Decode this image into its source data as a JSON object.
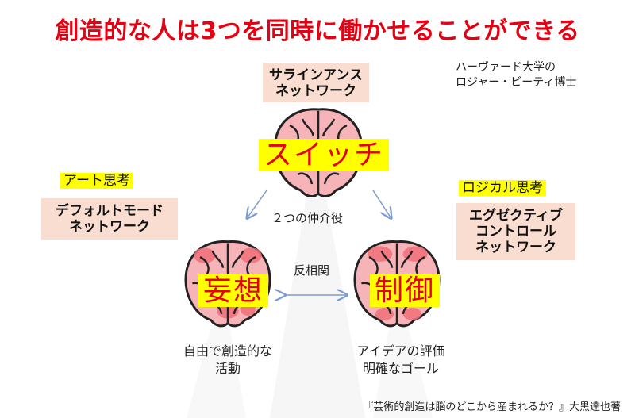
{
  "title": "創造的な人は3つを同時に働かせることができる",
  "attribution": {
    "line1": "ハーヴァード大学の",
    "line2": "ロジャー・ビーティ博士"
  },
  "top_network": {
    "line1": "サラインアンス",
    "line2": "ネットワーク",
    "tag": "スイッチ",
    "caption": "２つの仲介役"
  },
  "left_network": {
    "heading": "アート思考",
    "line1": "デフォルトモード",
    "line2": "ネットワーク",
    "tag": "妄想",
    "caption_line1": "自由で創造的な",
    "caption_line2": "活動"
  },
  "right_network": {
    "heading": "ロジカル思考",
    "line1": "エグゼクティブ",
    "line2": "コントロール",
    "line3": "ネットワーク",
    "tag": "制御",
    "caption_line1": "アイデアの評価",
    "caption_line2": "明確なゴール"
  },
  "relation_label": "反相関",
  "source": "『芸術的創造は脳のどこから産まれるか？』大黒達也著",
  "colors": {
    "title_red": "#e60012",
    "highlight_yellow": "#ffff00",
    "box_peach": "#f8ddd0",
    "brain_pink": "#f6b3b8",
    "brain_red": "#f16f78",
    "arrow_blue": "#7b9bd1"
  }
}
